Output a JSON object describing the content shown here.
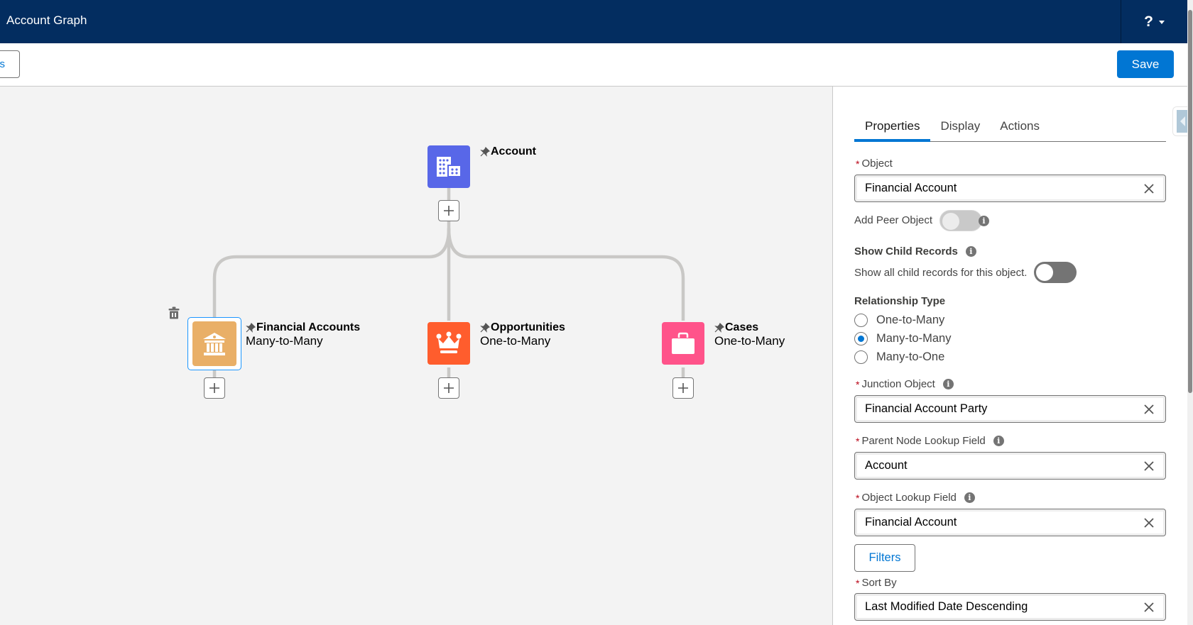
{
  "header": {
    "title": "Account Graph",
    "help_label": "?"
  },
  "toolbar": {
    "left_button_partial": "s",
    "save_label": "Save"
  },
  "graph": {
    "root": {
      "name": "Account",
      "icon": "account-building-icon",
      "color": "#5867e8",
      "pinned": true
    },
    "children": [
      {
        "name": "Financial Accounts",
        "relationship": "Many-to-Many",
        "icon": "bank-icon",
        "color": "#e9af67",
        "pinned": true,
        "selected": true
      },
      {
        "name": "Opportunities",
        "relationship": "One-to-Many",
        "icon": "crown-icon",
        "color": "#ff5d2d",
        "pinned": true,
        "selected": false
      },
      {
        "name": "Cases",
        "relationship": "One-to-Many",
        "icon": "briefcase-icon",
        "color": "#ff538a",
        "pinned": true,
        "selected": false
      }
    ],
    "add_symbol": "+"
  },
  "panel": {
    "tabs": [
      {
        "label": "Properties",
        "active": true
      },
      {
        "label": "Display",
        "active": false
      },
      {
        "label": "Actions",
        "active": false
      }
    ],
    "object": {
      "label": "Object",
      "required": true,
      "value": "Financial Account"
    },
    "add_peer_object": {
      "label": "Add Peer Object",
      "enabled": false,
      "checked": false
    },
    "show_child_records": {
      "title": "Show Child Records",
      "help": "Show all child records for this object.",
      "checked": false
    },
    "relationship_type": {
      "title": "Relationship Type",
      "options": [
        {
          "label": "One-to-Many",
          "checked": false
        },
        {
          "label": "Many-to-Many",
          "checked": true
        },
        {
          "label": "Many-to-One",
          "checked": false
        }
      ]
    },
    "junction_object": {
      "label": "Junction Object",
      "required": true,
      "value": "Financial Account Party"
    },
    "parent_node_lookup_field": {
      "label": "Parent Node Lookup Field",
      "required": true,
      "value": "Account"
    },
    "object_lookup_field": {
      "label": "Object Lookup Field",
      "required": true,
      "value": "Financial Account"
    },
    "filters_label": "Filters",
    "sort_by": {
      "label": "Sort By",
      "required": true,
      "value": "Last Modified Date Descending"
    }
  },
  "colors": {
    "header_bg": "#032d60",
    "brand_blue": "#0176d3",
    "required_red": "#ba0517",
    "connector_gray": "#c9c9c9"
  }
}
